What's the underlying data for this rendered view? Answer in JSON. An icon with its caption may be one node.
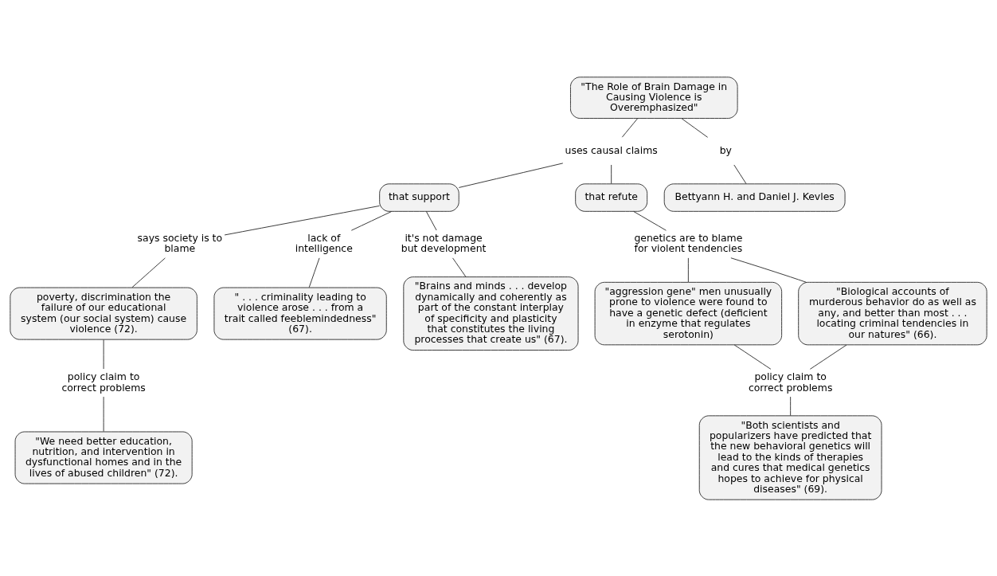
{
  "diagram": {
    "nodes": [
      {
        "text": [
          "\"The Role of Brain Damage in Causing Violence is Overemphasized\""
        ]
      },
      {
        "text": [
          "uses causal claims"
        ]
      },
      {
        "text": [
          "by"
        ]
      },
      {
        "text": [
          "Bettyann H. and Daniel J. Kevles"
        ]
      },
      {
        "text": [
          "that support"
        ]
      },
      {
        "text": [
          "that refute"
        ]
      },
      {
        "text": [
          "says society is to blame"
        ]
      },
      {
        "text": [
          "lack of intelligence"
        ]
      },
      {
        "text": [
          "it's not damage but development"
        ]
      },
      {
        "text": [
          "genetics are to blame for violent tendencies"
        ]
      },
      {
        "text": [
          "poverty, discrimination the failure of our educational system (our social system) cause violence (72)."
        ]
      },
      {
        "text": [
          "\" . . . criminality leading to violence arose . . . from a trait called feeblemindedness\" (67)."
        ]
      },
      {
        "text": [
          "\"aggression gene\" men unusually prone to violence were found to have a genetic defect (deficient in enzyme that regulates serotonin)"
        ]
      },
      {
        "text": [
          "\"Biological accounts of murderous behavior do as well as any, and better than most . . . locating criminal tendencies in our natures\" (66)."
        ]
      },
      {
        "text": [
          "policy claim to correct problems"
        ]
      },
      {
        "text": [
          "policy claim to correct problems"
        ]
      },
      {
        "text": [
          "\"We need better education, nutrition, and intervention in dysfunctional homes and in the lives of abused children\" (72)."
        ]
      },
      {
        "text": [
          "\"Brains and minds . . . develop dynamically and coherently as part of the constant interplay of specificity and plasticity that constitutes the living processes that create us\" (67)."
        ]
      },
      {
        "text": [
          "\"Both scientists and popularizers have predicted that the new behavioral genetics will lead to the kinds of therapies and cures that medical genetics hopes to achieve for physical diseases\" (69)."
        ]
      }
    ],
    "edges": [
      {
        "from": 0,
        "to": 1,
        "arrow": "none"
      },
      {
        "from": 0,
        "to": 2,
        "arrow": "none"
      },
      {
        "from": 2,
        "to": 3,
        "arrow": "none"
      },
      {
        "from": 1,
        "to": 4,
        "arrow": "none"
      },
      {
        "from": 1,
        "to": 5,
        "arrow": "none"
      },
      {
        "from": 4,
        "to": 6,
        "arrow": "none"
      },
      {
        "from": 4,
        "to": 7,
        "arrow": "none"
      },
      {
        "from": 4,
        "to": 8,
        "arrow": "none"
      },
      {
        "from": 5,
        "to": 9,
        "arrow": "none"
      },
      {
        "from": 6,
        "to": 10,
        "arrow": "none"
      },
      {
        "from": 7,
        "to": 11,
        "arrow": "none"
      },
      {
        "from": 9,
        "to": 12,
        "arrow": "none"
      },
      {
        "from": 9,
        "to": 13,
        "arrow": "none"
      },
      {
        "from": 10,
        "to": 14,
        "arrow": "none"
      },
      {
        "from": 8,
        "to": 17,
        "arrow": "none"
      },
      {
        "from": 12,
        "to": 15,
        "arrow": "none"
      },
      {
        "from": 13,
        "to": 15,
        "arrow": "none"
      },
      {
        "from": 14,
        "to": 16,
        "arrow": "none"
      },
      {
        "from": 15,
        "to": 18,
        "arrow": "none"
      }
    ]
  }
}
